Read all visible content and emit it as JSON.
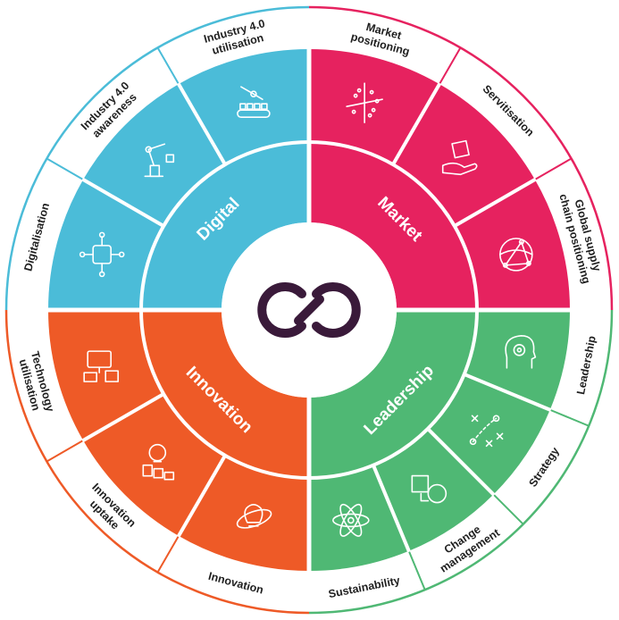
{
  "center": {
    "icon": "infinity-link-icon"
  },
  "quadrants": [
    {
      "id": "digital",
      "label": "Digital",
      "color": "#4BBCD8",
      "segments": [
        {
          "label": [
            "Digitalisation"
          ],
          "icon": "circuit-chip-icon"
        },
        {
          "label": [
            "Industry 4.0",
            "awareness"
          ],
          "icon": "robot-arm-icon"
        },
        {
          "label": [
            "Industry 4.0",
            "utilisation"
          ],
          "icon": "conveyor-robot-icon"
        }
      ]
    },
    {
      "id": "market",
      "label": "Market",
      "color": "#E6225F",
      "segments": [
        {
          "label": [
            "Market",
            "positioning"
          ],
          "icon": "scatter-axes-icon"
        },
        {
          "label": [
            "Servitisation"
          ],
          "icon": "hand-box-icon"
        },
        {
          "label": [
            "Global supply",
            "chain positioning"
          ],
          "icon": "globe-network-icon"
        }
      ]
    },
    {
      "id": "leadership",
      "label": "Leadership",
      "color": "#4FB874",
      "segments": [
        {
          "label": [
            "Leadership"
          ],
          "icon": "head-gear-icon"
        },
        {
          "label": [
            "Strategy"
          ],
          "icon": "strategy-plan-icon"
        },
        {
          "label": [
            "Change",
            "management"
          ],
          "icon": "shapes-change-icon"
        },
        {
          "label": [
            "Sustainability"
          ],
          "icon": "atom-icon"
        }
      ]
    },
    {
      "id": "innovation",
      "label": "Innovation",
      "color": "#EE5A27",
      "segments": [
        {
          "label": [
            "Innovation"
          ],
          "icon": "bulb-orbit-icon"
        },
        {
          "label": [
            "Innovation",
            "uptake"
          ],
          "icon": "bulb-blocks-icon"
        },
        {
          "label": [
            "Technology",
            "utilisation"
          ],
          "icon": "computer-tech-icon"
        }
      ]
    }
  ]
}
